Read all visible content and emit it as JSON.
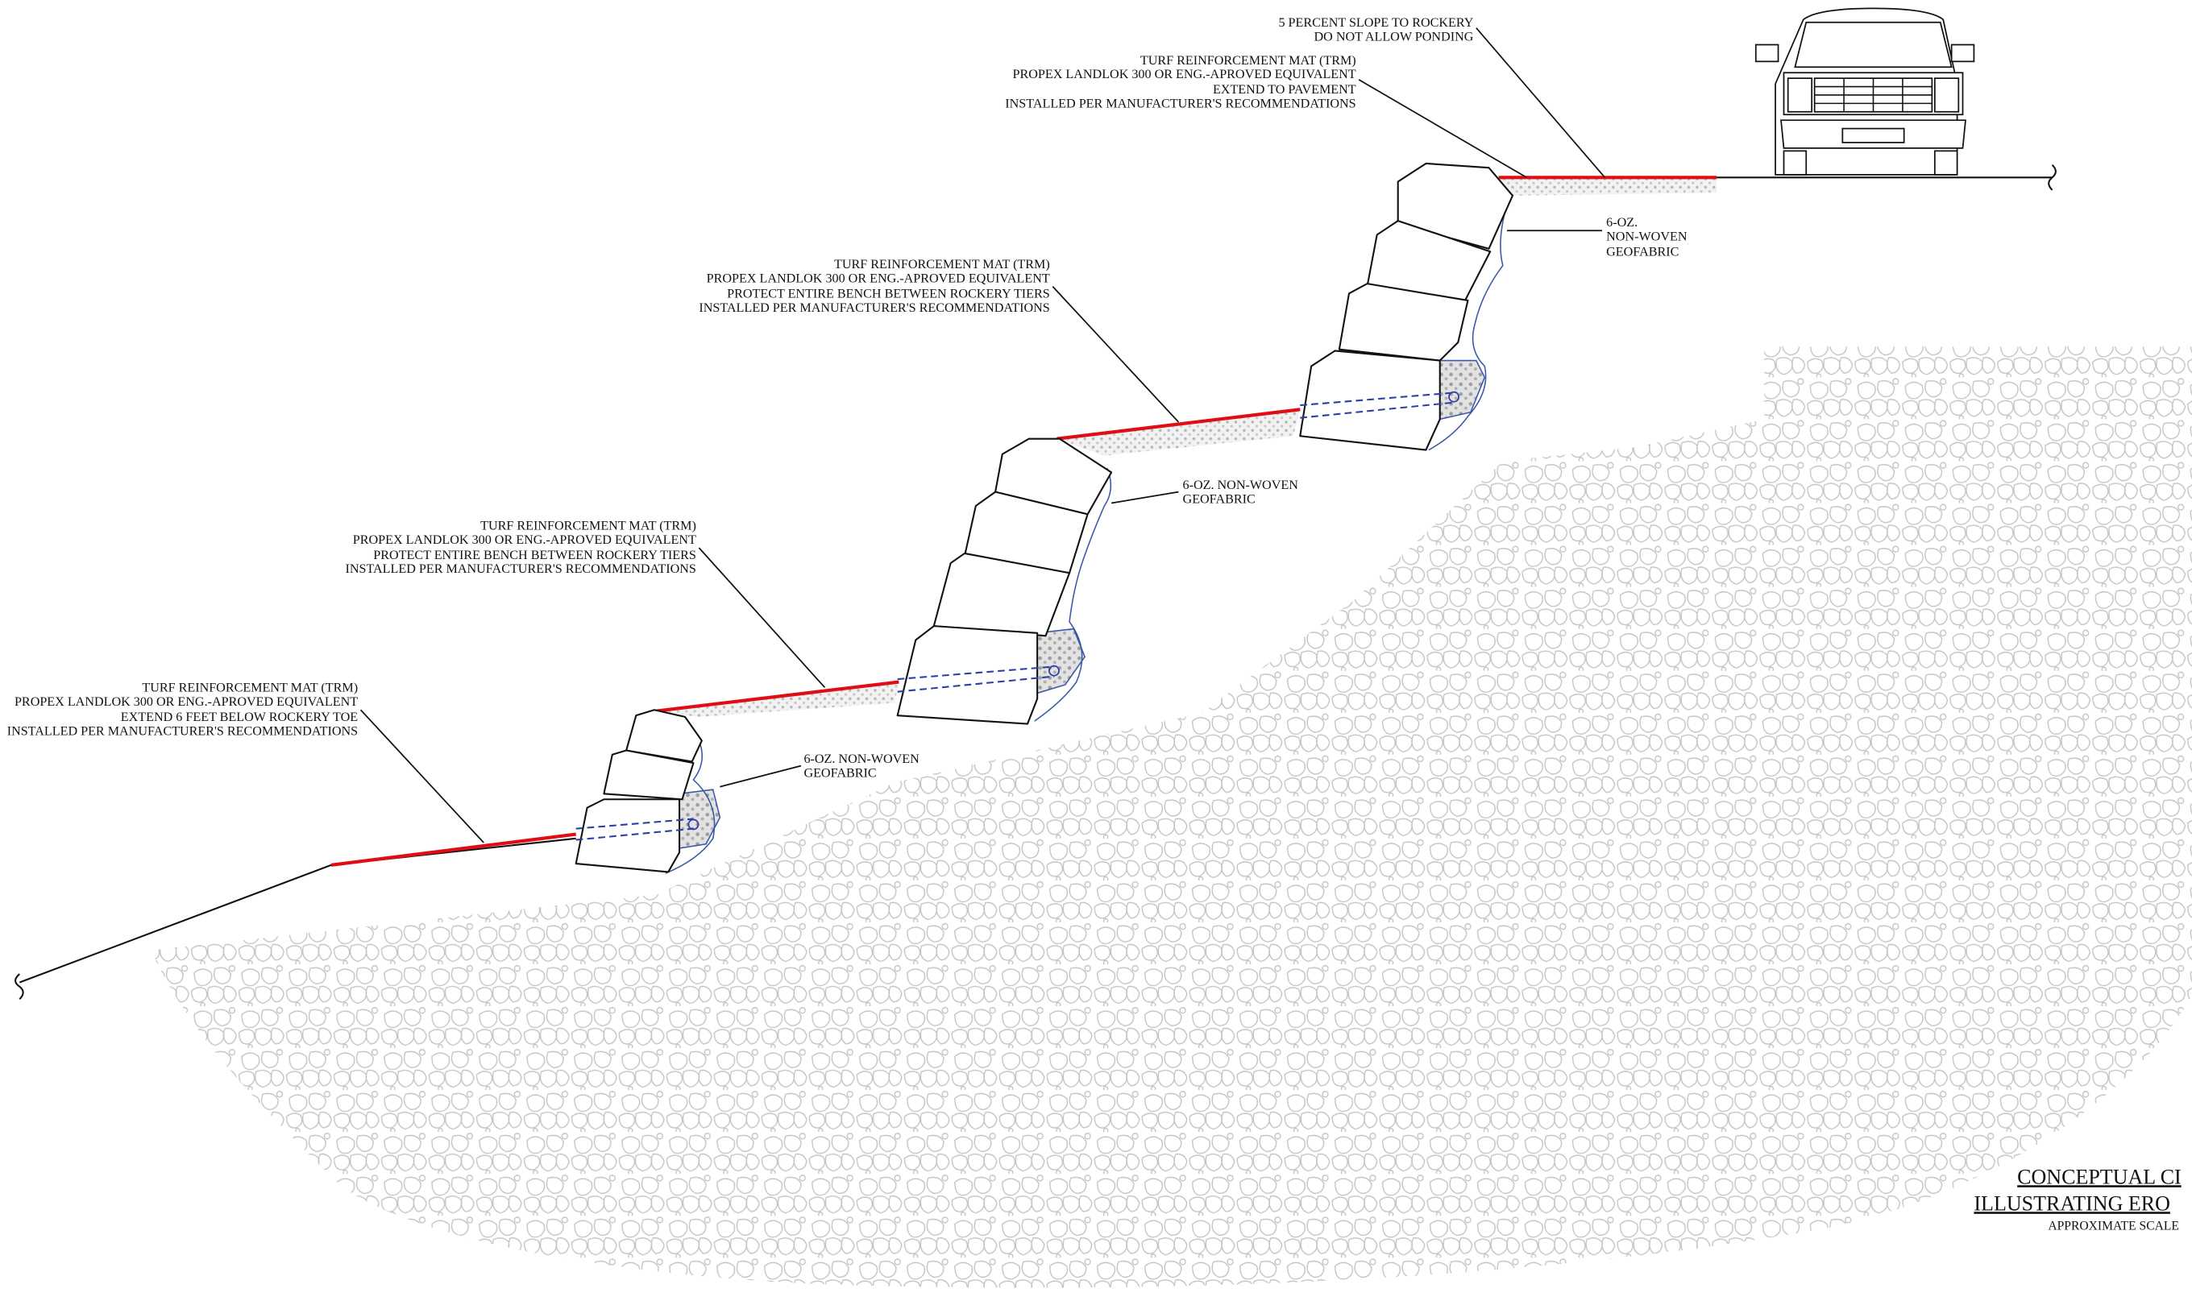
{
  "notes": {
    "top_slope": [
      "5 PERCENT SLOPE TO ROCKERY",
      "DO NOT ALLOW PONDING"
    ],
    "trm_top": [
      "TURF REINFORCEMENT MAT (TRM)",
      "PROPEX LANDLOK 300 OR ENG.-APROVED EQUIVALENT",
      "EXTEND TO PAVEMENT",
      "INSTALLED PER MANUFACTURER'S RECOMMENDATIONS"
    ],
    "geofabric_top": [
      "6-OZ.",
      "NON-WOVEN",
      "GEOFABRIC"
    ],
    "trm_mid_upper": [
      "TURF REINFORCEMENT MAT (TRM)",
      "PROPEX LANDLOK 300 OR ENG.-APROVED EQUIVALENT",
      "PROTECT ENTIRE BENCH BETWEEN ROCKERY TIERS",
      "INSTALLED PER MANUFACTURER'S RECOMMENDATIONS"
    ],
    "geofabric_mid": [
      "6-OZ. NON-WOVEN",
      "GEOFABRIC"
    ],
    "trm_mid_lower": [
      "TURF REINFORCEMENT MAT (TRM)",
      "PROPEX LANDLOK 300 OR ENG.-APROVED EQUIVALENT",
      "PROTECT ENTIRE BENCH BETWEEN ROCKERY TIERS",
      "INSTALLED PER MANUFACTURER'S RECOMMENDATIONS"
    ],
    "trm_bottom": [
      "TURF REINFORCEMENT MAT (TRM)",
      "PROPEX LANDLOK 300 OR ENG.-APROVED EQUIVALENT",
      "EXTEND 6 FEET BELOW ROCKERY TOE",
      "INSTALLED PER MANUFACTURER'S RECOMMENDATIONS"
    ],
    "geofabric_bottom": [
      "6-OZ. NON-WOVEN",
      "GEOFABRIC"
    ]
  },
  "title_block": {
    "line1": "CONCEPTUAL CI",
    "line2": "ILLUSTRATING ERO",
    "scale": "APPROXIMATE SCALE"
  },
  "colors": {
    "trm": "#e00d14",
    "geofabric": "#3a57a8",
    "drain": "#2d3fa3",
    "linework": "#111111"
  },
  "icons": [
    "pickup-truck-icon",
    "break-line-icon"
  ]
}
